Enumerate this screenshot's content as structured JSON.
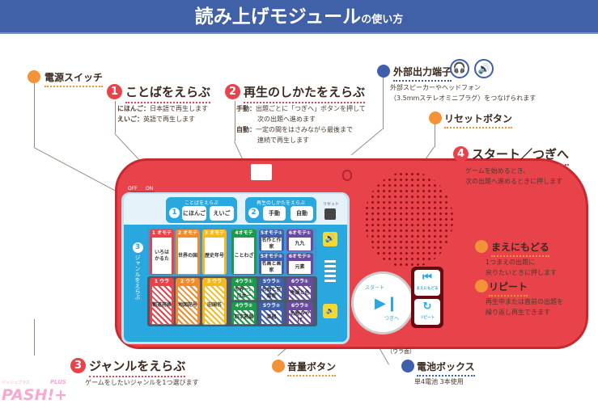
{
  "header": {
    "title": "読み上げモジュール",
    "suffix": "の使い方"
  },
  "callouts": {
    "power": {
      "label": "電源スイッチ"
    },
    "step1": {
      "num": "1",
      "label": "ことばをえらぶ",
      "lines": [
        {
          "k": "にほんご：",
          "v": "日本語で再生します"
        },
        {
          "k": "えいご：",
          "v": "英語で再生します"
        }
      ]
    },
    "step2": {
      "num": "2",
      "label": "再生のしかたをえらぶ",
      "lines": [
        {
          "k": "手動：",
          "v": "出題ごとに「つぎへ」ボタンを押して"
        },
        {
          "k": "",
          "v": "次の出題へ進めます"
        },
        {
          "k": "自動：",
          "v": "一定の間をはさみながら最後まで"
        },
        {
          "k": "",
          "v": "連続で再生します"
        }
      ]
    },
    "output": {
      "label": "外部出力端子",
      "lines": [
        "外部スピーカーやヘッドフォン",
        "（3.5mmステレオミニプラグ）をつなげられます"
      ]
    },
    "reset": {
      "label": "リセットボタン"
    },
    "step4": {
      "num": "4",
      "label": "スタート／つぎへ",
      "lines": [
        "ゲームを始めるとき、",
        "次の出題へ進めるときに押します"
      ]
    },
    "back": {
      "label": "まえにもどる",
      "lines": [
        "1つまえの出題に",
        "戻りたいときに押します"
      ]
    },
    "repeat": {
      "label": "リピート",
      "lines": [
        "再生中または直前の出題を",
        "繰り返し再生できます"
      ]
    },
    "step3": {
      "num": "3",
      "label": "ジャンルをえらぶ",
      "lines": [
        "ゲームをしたいジャンルを1つ選びます"
      ]
    },
    "volume": {
      "label": "音量ボタン"
    },
    "battery": {
      "label": "電池ボックス",
      "note": "（ウラ面）",
      "lines": [
        "単4電池 3本使用"
      ]
    }
  },
  "device": {
    "switch": {
      "off": "OFF",
      "on": "ON"
    },
    "lang": {
      "title": "ことばをえらぶ",
      "num": "1",
      "japanese": "にほんご",
      "english": "えいご"
    },
    "mode": {
      "title": "再生のしかたをえらぶ",
      "num": "2",
      "manual": "手動",
      "auto": "自動"
    },
    "reset": "リセット",
    "genre": {
      "num": "3",
      "title": "ジャンルをえらぶ"
    },
    "cards_front": [
      {
        "h": "1 オモテ",
        "t": "いろは かるた",
        "c": "#e8434a"
      },
      {
        "h": "2 オモテ",
        "t": "世界の国",
        "c": "#f08a2a"
      },
      {
        "h": "3 オモテ",
        "t": "歴史年号",
        "c": "#f6b820"
      },
      {
        "h": "4オモテ",
        "t": "ことわざ",
        "c": "#1a9a4a"
      },
      {
        "h": "5オモテ①",
        "t": "名作と作家",
        "c": "#3f5eab"
      },
      {
        "h": "5オモテ②",
        "t": "名画と画家",
        "c": "#3f5eab"
      },
      {
        "h": "6オモテ①",
        "t": "九九",
        "c": "#6a4aa0"
      },
      {
        "h": "6オモテ②",
        "t": "元素",
        "c": "#6a4aa0"
      }
    ],
    "cards_back": [
      {
        "h": "1 ウラ",
        "t": "都道府県",
        "c": "#e8434a"
      },
      {
        "h": "2 ウラ",
        "t": "地図記号",
        "c": "#f08a2a"
      },
      {
        "h": "3 ウラ",
        "t": "旧国名",
        "c": "#f6b820"
      },
      {
        "h": "4ウラ①",
        "t": "世界一、日本一",
        "c": "#1a9a4a"
      },
      {
        "h": "4ウラ②",
        "t": "四字熟語",
        "c": "#1a9a4a"
      },
      {
        "h": "5ウラ①",
        "t": "名曲と音楽家",
        "c": "#3f5eab"
      },
      {
        "h": "5ウラ②",
        "t": "楽器",
        "c": "#3f5eab"
      },
      {
        "h": "6ウラ①",
        "t": "季語と色",
        "c": "#6a4aa0"
      },
      {
        "h": "6ウラ②",
        "t": "名物みやげ",
        "c": "#6a4aa0"
      }
    ],
    "start": {
      "top": "スタート",
      "bottom": "つぎへ"
    },
    "back_btn": "まえにもどる",
    "repeat_btn": "リピート"
  },
  "logo": {
    "text": "PASH!+",
    "plus": "PLUS",
    "kana": "パッシュプラス"
  }
}
